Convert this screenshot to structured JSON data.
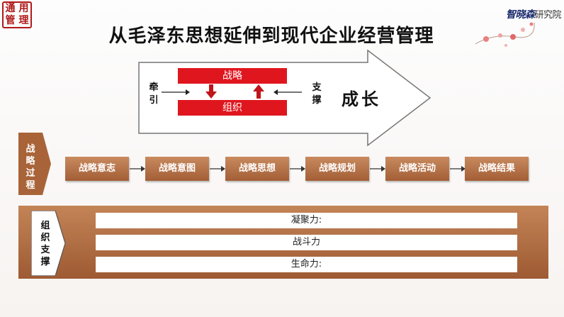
{
  "logo": {
    "chars": [
      "通",
      "用",
      "管",
      "理"
    ]
  },
  "brand": {
    "part1": "智晓森",
    "part2": "研究院"
  },
  "title": "从毛泽东思想延伸到现代企业经营管理",
  "arrow_diagram": {
    "strategy": "战略",
    "organization": "组织",
    "pull_label": "牵\n引",
    "support_label": "支\n撑",
    "growth": "成长"
  },
  "process": {
    "side_label": "战\n略\n过\n程",
    "steps": [
      "战略意志",
      "战略意图",
      "战略思想",
      "战略规划",
      "战略活动",
      "战略结果"
    ]
  },
  "support": {
    "side_label": "组\n织\n支\n撑",
    "rows": [
      "凝聚力:",
      "战斗力",
      "生命力:"
    ]
  },
  "colors": {
    "accent_red": "#e0161f",
    "step_brown": "#a35e36",
    "panel_brown": "#9e5a33"
  }
}
